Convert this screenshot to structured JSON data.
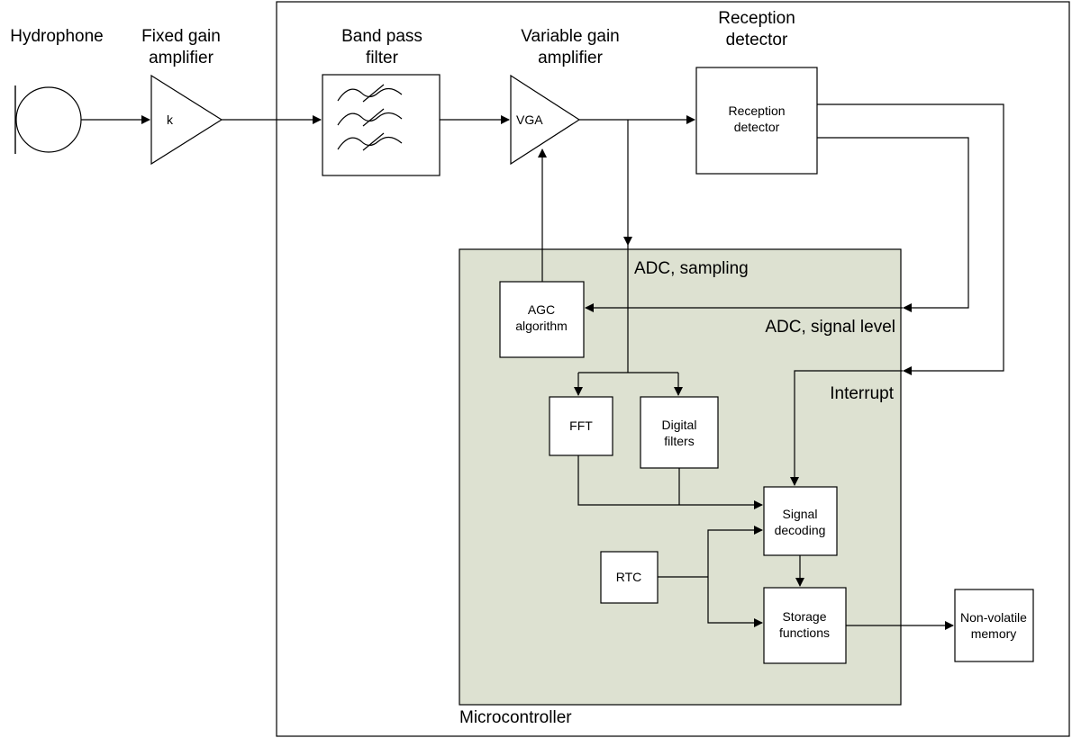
{
  "labels": {
    "hydrophone": "Hydrophone",
    "fixed_gain_l1": "Fixed gain",
    "fixed_gain_l2": "amplifier",
    "bandpass_l1": "Band pass",
    "bandpass_l2": "filter",
    "variable_gain_l1": "Variable gain",
    "variable_gain_l2": "amplifier",
    "reception_l1": "Reception",
    "reception_l2": "detector",
    "adc_sampling": "ADC, sampling",
    "adc_signal_level": "ADC, signal level",
    "interrupt": "Interrupt",
    "microcontroller": "Microcontroller"
  },
  "blocks": {
    "amp_k": "k",
    "vga": "VGA",
    "reception_l1": "Reception",
    "reception_l2": "detector",
    "agc_l1": "AGC",
    "agc_l2": "algorithm",
    "fft": "FFT",
    "digital_l1": "Digital",
    "digital_l2": "filters",
    "signal_l1": "Signal",
    "signal_l2": "decoding",
    "rtc": "RTC",
    "storage_l1": "Storage",
    "storage_l2": "functions",
    "nonvol_l1": "Non-volatile",
    "nonvol_l2": "memory"
  },
  "colors": {
    "microcontroller_fill": "#dde1d1",
    "line": "#000000",
    "background": "#ffffff"
  }
}
